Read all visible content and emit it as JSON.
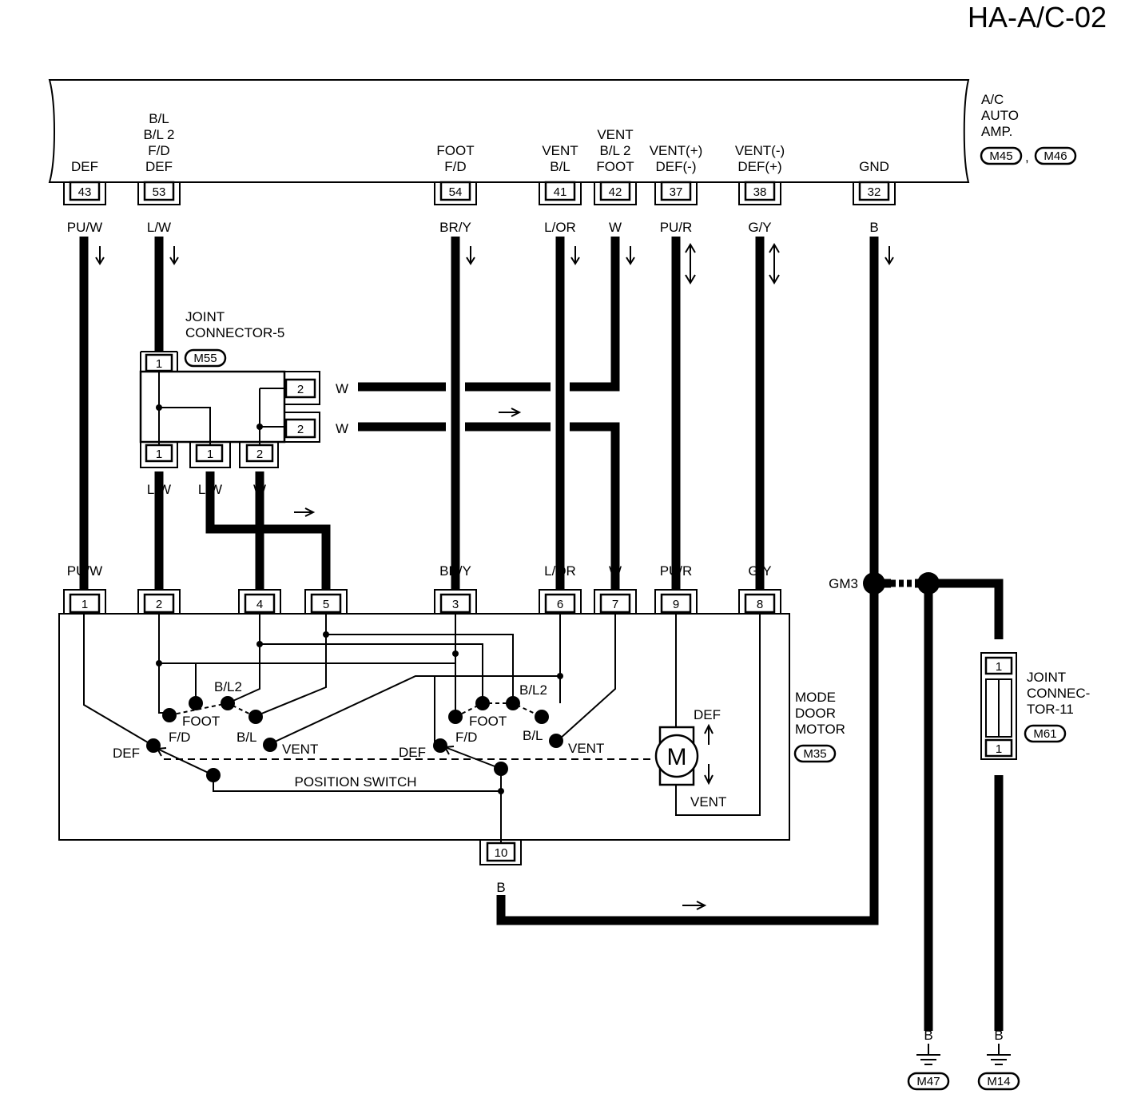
{
  "title": "HA-A/C-02",
  "amp": {
    "name_lines": [
      "A/C",
      "AUTO",
      "AMP."
    ],
    "connectors": [
      "M45",
      "M46"
    ],
    "terminals": [
      {
        "pin": "43",
        "label": [
          "DEF"
        ],
        "wire": "PU/W"
      },
      {
        "pin": "53",
        "label": [
          "B/L",
          "B/L 2",
          "F/D",
          "DEF"
        ],
        "wire": "L/W"
      },
      {
        "pin": "54",
        "label": [
          "FOOT",
          "F/D"
        ],
        "wire": "BR/Y"
      },
      {
        "pin": "41",
        "label": [
          "VENT",
          "B/L"
        ],
        "wire": "L/OR"
      },
      {
        "pin": "42",
        "label": [
          "VENT",
          "B/L 2",
          "FOOT"
        ],
        "wire": "W"
      },
      {
        "pin": "37",
        "label": [
          "VENT(+)",
          "DEF(-)"
        ],
        "wire": "PU/R"
      },
      {
        "pin": "38",
        "label": [
          "VENT(-)",
          "DEF(+)"
        ],
        "wire": "G/Y"
      },
      {
        "pin": "32",
        "label": [
          "GND"
        ],
        "wire": "B"
      }
    ]
  },
  "joint5": {
    "name_lines": [
      "JOINT",
      "CONNECTOR-5"
    ],
    "connector": "M55",
    "top_pin": "1",
    "right_pins": [
      {
        "pin": "2",
        "wire": "W"
      },
      {
        "pin": "2",
        "wire": "W"
      }
    ],
    "bottom_pins": [
      {
        "pin": "1",
        "wire": "L/W"
      },
      {
        "pin": "1",
        "wire": "L/W"
      },
      {
        "pin": "2",
        "wire": "W"
      }
    ]
  },
  "motor": {
    "name_lines": [
      "MODE",
      "DOOR",
      "MOTOR"
    ],
    "connector": "M35",
    "pins": [
      {
        "pin": "1",
        "wire": "PU/W"
      },
      {
        "pin": "2",
        "wire": ""
      },
      {
        "pin": "4",
        "wire": ""
      },
      {
        "pin": "5",
        "wire": ""
      },
      {
        "pin": "3",
        "wire": "BR/Y"
      },
      {
        "pin": "6",
        "wire": "L/OR"
      },
      {
        "pin": "7",
        "wire": "W"
      },
      {
        "pin": "9",
        "wire": "PU/R"
      },
      {
        "pin": "8",
        "wire": "G/Y"
      }
    ],
    "switch_labels": {
      "bl2": "B/L2",
      "foot": "FOOT",
      "fd": "F/D",
      "bl": "B/L",
      "vent": "VENT",
      "def": "DEF"
    },
    "position_switch": "POSITION SWITCH",
    "m": "M",
    "def_dir": "DEF",
    "vent_dir": "VENT",
    "ground_pin": "10",
    "ground_wire": "B"
  },
  "gm3": "GM3",
  "joint11": {
    "name_lines": [
      "JOINT",
      "CONNEC-",
      "TOR-11"
    ],
    "connector": "M61",
    "pins": [
      "1",
      "1"
    ],
    "wire_top": "B",
    "wire_bottom": "B"
  },
  "grounds": [
    {
      "wire": "B",
      "connector": "M47"
    },
    {
      "wire": "B",
      "connector": "M14"
    }
  ]
}
